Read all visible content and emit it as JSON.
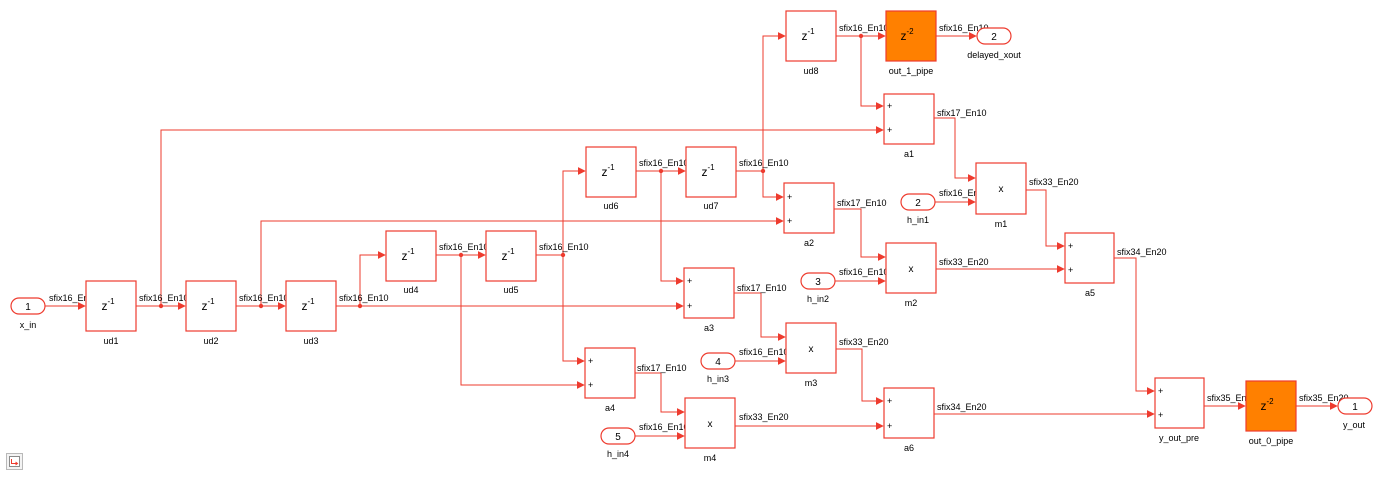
{
  "delay_blocks": [
    {
      "id": "ud1",
      "name": "ud1",
      "text": "z",
      "power": "-1"
    },
    {
      "id": "ud2",
      "name": "ud2",
      "text": "z",
      "power": "-1"
    },
    {
      "id": "ud3",
      "name": "ud3",
      "text": "z",
      "power": "-1"
    },
    {
      "id": "ud4",
      "name": "ud4",
      "text": "z",
      "power": "-1"
    },
    {
      "id": "ud5",
      "name": "ud5",
      "text": "z",
      "power": "-1"
    },
    {
      "id": "ud6",
      "name": "ud6",
      "text": "z",
      "power": "-1"
    },
    {
      "id": "ud7",
      "name": "ud7",
      "text": "z",
      "power": "-1"
    },
    {
      "id": "ud8",
      "name": "ud8",
      "text": "z",
      "power": "-1"
    },
    {
      "id": "out_1_pipe",
      "name": "out_1_pipe",
      "text": "z",
      "power": "-2"
    },
    {
      "id": "out_0_pipe",
      "name": "out_0_pipe",
      "text": "z",
      "power": "-2"
    }
  ],
  "adders": [
    {
      "id": "a1",
      "name": "a1",
      "signs": [
        "+",
        "+"
      ]
    },
    {
      "id": "a2",
      "name": "a2",
      "signs": [
        "+",
        "+"
      ]
    },
    {
      "id": "a3",
      "name": "a3",
      "signs": [
        "+",
        "+"
      ]
    },
    {
      "id": "a4",
      "name": "a4",
      "signs": [
        "+",
        "+"
      ]
    },
    {
      "id": "a5",
      "name": "a5",
      "signs": [
        "+",
        "+"
      ]
    },
    {
      "id": "a6",
      "name": "a6",
      "signs": [
        "+",
        "+"
      ]
    },
    {
      "id": "y_out_pre",
      "name": "y_out_pre",
      "signs": [
        "+",
        "+"
      ]
    }
  ],
  "multipliers": [
    {
      "id": "m1",
      "name": "m1",
      "text": "x"
    },
    {
      "id": "m2",
      "name": "m2",
      "text": "x"
    },
    {
      "id": "m3",
      "name": "m3",
      "text": "x"
    },
    {
      "id": "m4",
      "name": "m4",
      "text": "x"
    }
  ],
  "inports": [
    {
      "id": "x_in",
      "name": "x_in",
      "number": "1"
    },
    {
      "id": "h_in1",
      "name": "h_in1",
      "number": "2"
    },
    {
      "id": "h_in2",
      "name": "h_in2",
      "number": "3"
    },
    {
      "id": "h_in3",
      "name": "h_in3",
      "number": "4"
    },
    {
      "id": "h_in4",
      "name": "h_in4",
      "number": "5"
    }
  ],
  "outports": [
    {
      "id": "y_out",
      "name": "y_out",
      "number": "1"
    },
    {
      "id": "delayed_xout",
      "name": "delayed_xout",
      "number": "2"
    }
  ],
  "signals": [
    {
      "id": "s_xin",
      "label": "sfix16_En10"
    },
    {
      "id": "s_ud1",
      "label": "sfix16_En10"
    },
    {
      "id": "s_ud2",
      "label": "sfix16_En10"
    },
    {
      "id": "s_ud3",
      "label": "sfix16_En10"
    },
    {
      "id": "s_ud4",
      "label": "sfix16_En10"
    },
    {
      "id": "s_ud5",
      "label": "sfix16_En10"
    },
    {
      "id": "s_ud6",
      "label": "sfix16_En10"
    },
    {
      "id": "s_ud7",
      "label": "sfix16_En10"
    },
    {
      "id": "s_ud8",
      "label": "sfix16_En10"
    },
    {
      "id": "s_pipe1",
      "label": "sfix16_En10"
    },
    {
      "id": "s_a1",
      "label": "sfix17_En10"
    },
    {
      "id": "s_a2",
      "label": "sfix17_En10"
    },
    {
      "id": "s_a3",
      "label": "sfix17_En10"
    },
    {
      "id": "s_a4",
      "label": "sfix17_En10"
    },
    {
      "id": "s_h1",
      "label": "sfix16_En10"
    },
    {
      "id": "s_h2",
      "label": "sfix16_En10"
    },
    {
      "id": "s_h3",
      "label": "sfix16_En10"
    },
    {
      "id": "s_h4",
      "label": "sfix16_En10"
    },
    {
      "id": "s_m1",
      "label": "sfix33_En20"
    },
    {
      "id": "s_m2",
      "label": "sfix33_En20"
    },
    {
      "id": "s_m3",
      "label": "sfix33_En20"
    },
    {
      "id": "s_m4",
      "label": "sfix33_En20"
    },
    {
      "id": "s_a5",
      "label": "sfix34_En20"
    },
    {
      "id": "s_a6",
      "label": "sfix34_En20"
    },
    {
      "id": "s_ypre",
      "label": "sfix35_En20"
    },
    {
      "id": "s_pipe0",
      "label": "sfix35_En20"
    }
  ],
  "colors": {
    "wire": "#ee3b2e",
    "pipeline_fill": "#ff8000"
  },
  "toolbar": {
    "corner_icon": "subsystem-hierarchy-icon"
  }
}
